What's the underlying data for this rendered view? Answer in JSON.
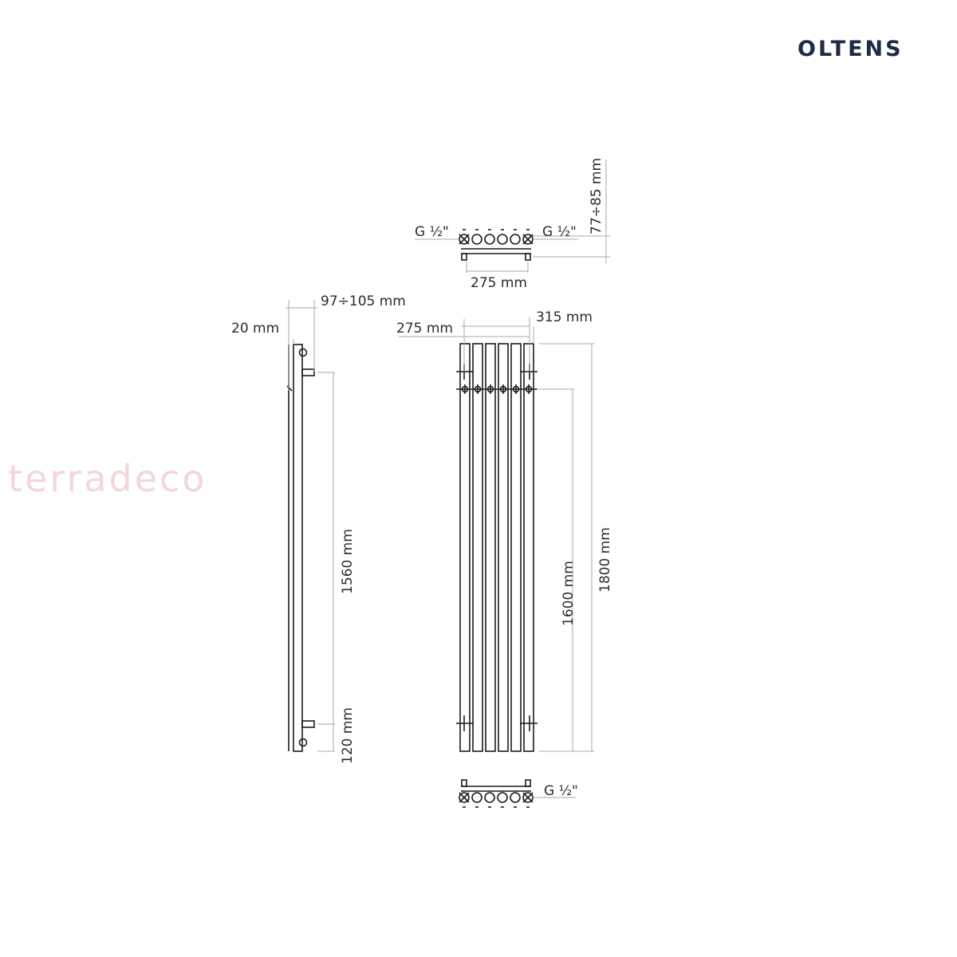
{
  "brand": {
    "logo": "OLTENS",
    "watermark": "terradeco"
  },
  "labels": {
    "top_left_thread": "G ½\"",
    "top_right_thread": "G ½\"",
    "depth_range": "77÷85 mm",
    "top_width": "275 mm",
    "side_depth": "97÷105 mm",
    "side_wall": "20 mm",
    "side_height": "1560 mm",
    "side_bottom": "120 mm",
    "front_width": "275 mm",
    "front_outer": "315 mm",
    "front_axis": "1600 mm",
    "front_total": "1800 mm",
    "bottom_thread": "G ½\""
  }
}
